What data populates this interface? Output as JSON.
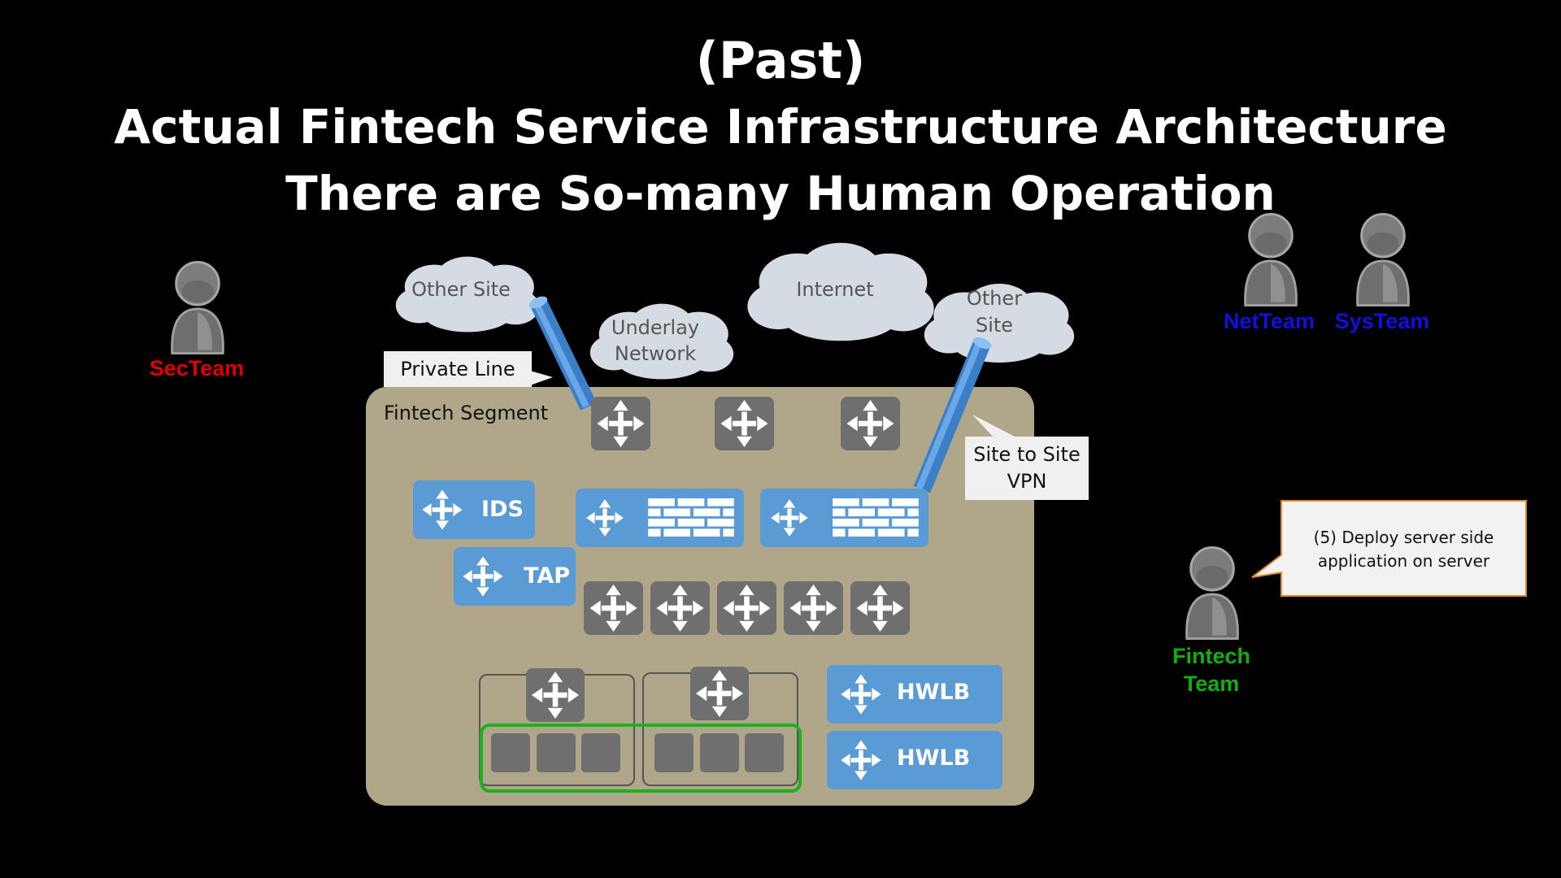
{
  "title": {
    "line1": "(Past)",
    "line2": "Actual Fintech Service Infrastructure Architecture",
    "line3": "There are So-many Human Operation"
  },
  "clouds": {
    "other_site_left": "Other Site",
    "underlay_line1": "Underlay",
    "underlay_line2": "Network",
    "internet": "Internet",
    "other_site_right_line1": "Other",
    "other_site_right_line2": "Site"
  },
  "callouts": {
    "private_line": "Private Line",
    "site_to_site_line1": "Site to Site",
    "site_to_site_line2": "VPN",
    "deploy_line1": "(5) Deploy server side",
    "deploy_line2": "application on server"
  },
  "segment": {
    "label": "Fintech Segment"
  },
  "appliances": {
    "ids": "IDS",
    "tap": "TAP",
    "hwlb_1": "HWLB",
    "hwlb_2": "HWLB"
  },
  "teams": {
    "sec": "SecTeam",
    "net": "NetTeam",
    "sys": "SysTeam",
    "fintech_line1": "Fintech",
    "fintech_line2": "Team"
  },
  "colors": {
    "background": "#000000",
    "segment": "#b0a68a",
    "appliance_blue": "#5b9bd5",
    "router_gray": "#6f6f6f",
    "sec_team": "#e00000",
    "net_team": "#1010e0",
    "sys_team": "#1010e0",
    "fintech_team": "#10b010",
    "server_group_outline": "#1db21d",
    "deploy_callout_border": "#e8862a"
  },
  "icons": {
    "router": "four-way-arrows-icon",
    "firewall": "brick-wall-icon",
    "person": "user-silhouette-icon",
    "cloud": "cloud-icon"
  }
}
